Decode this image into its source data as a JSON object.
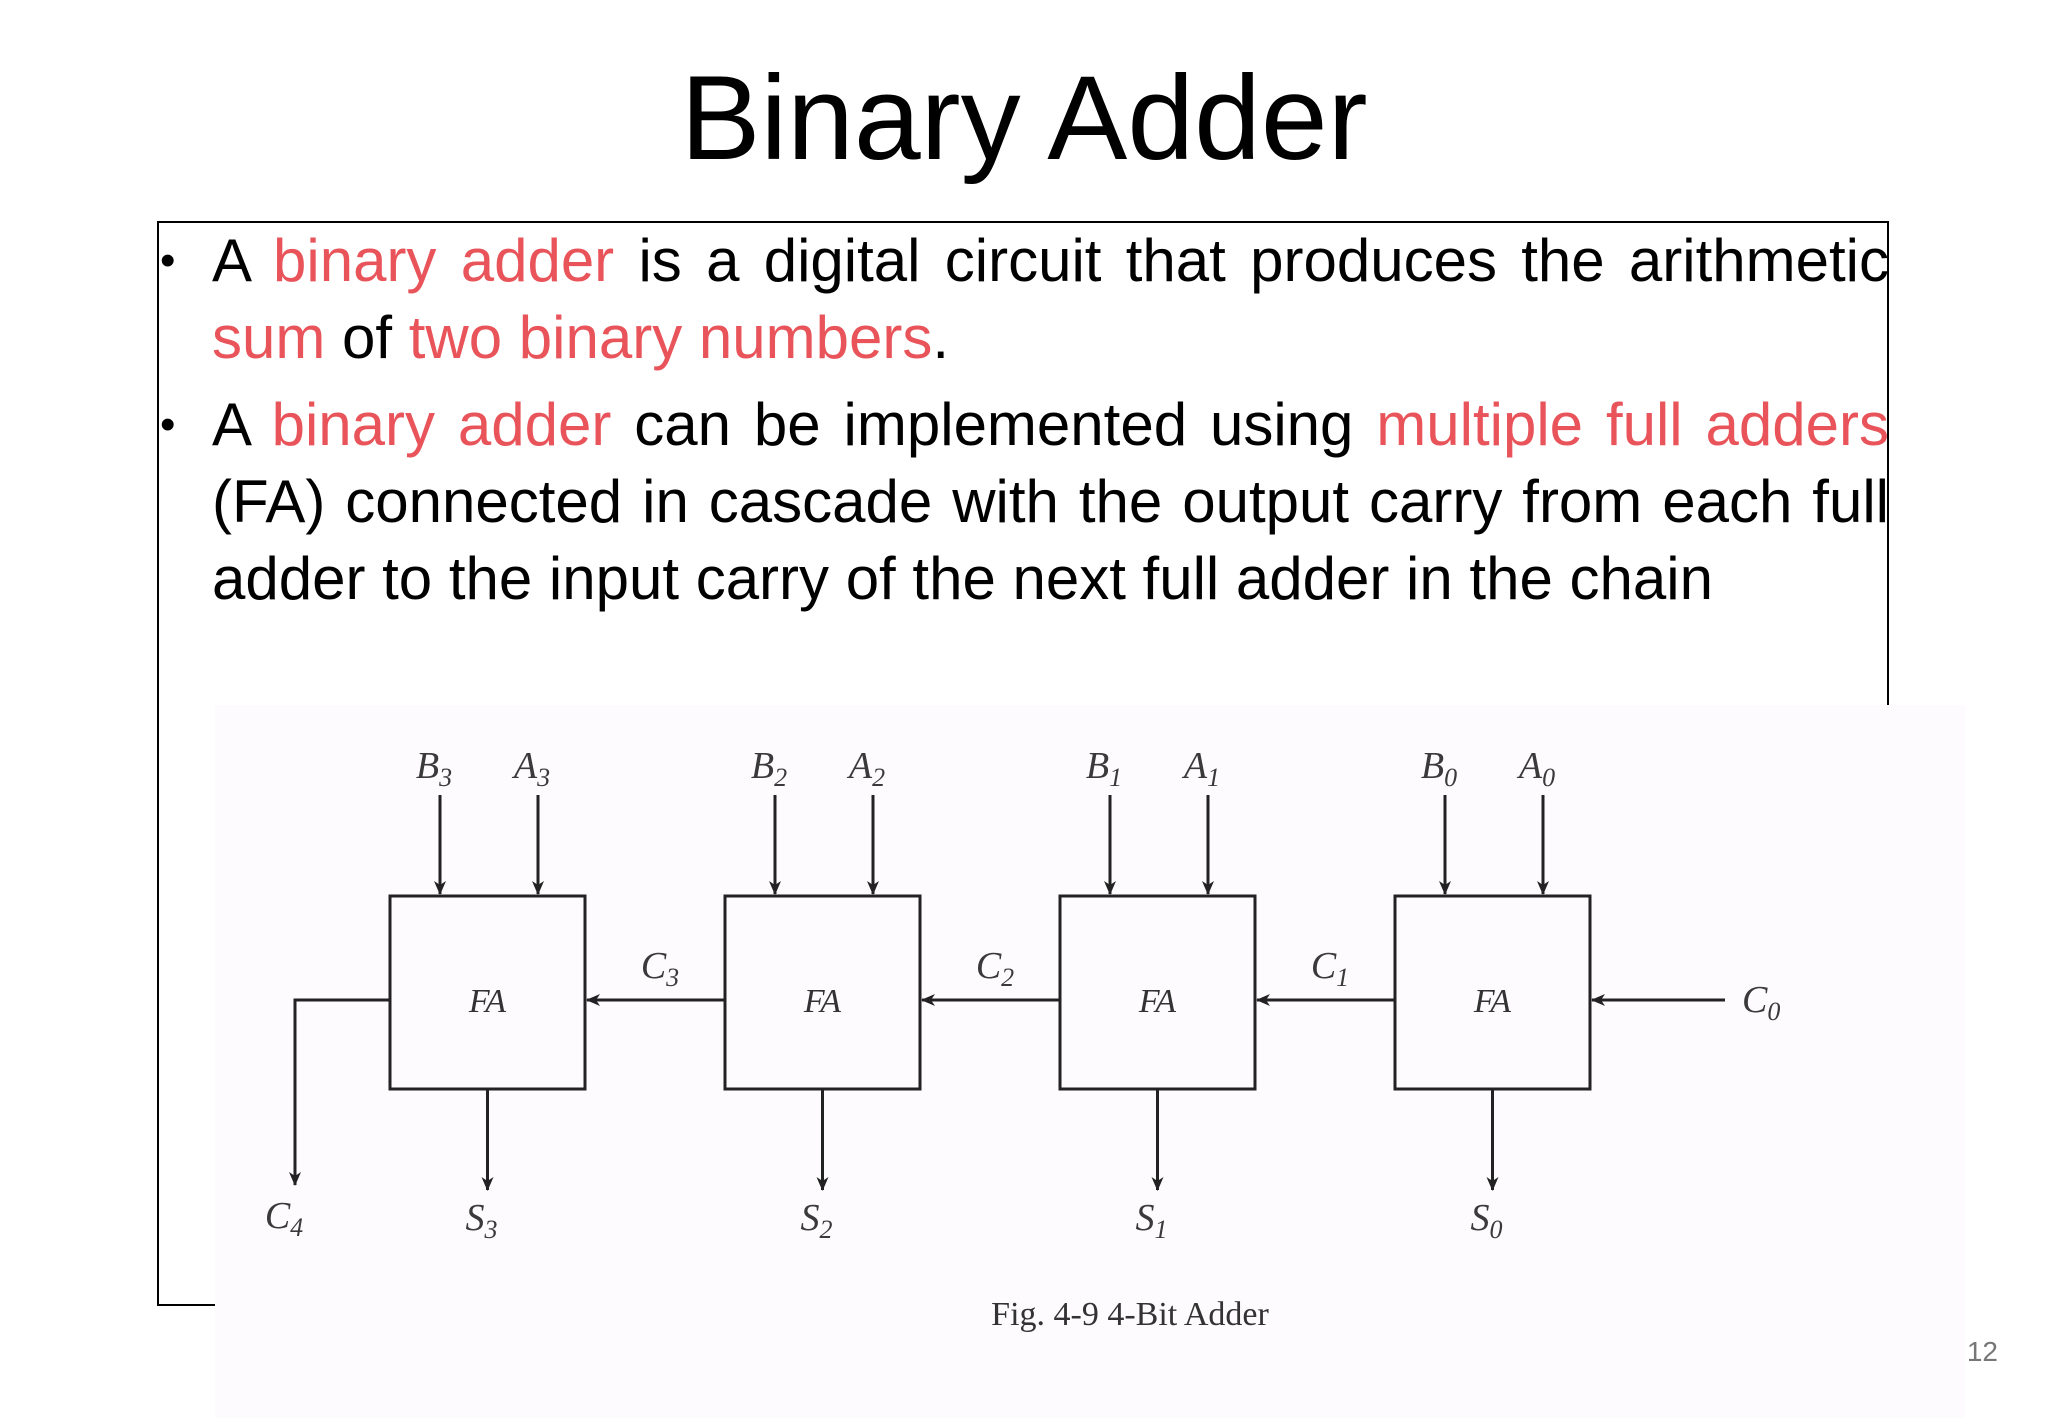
{
  "title": "Binary Adder",
  "bullets": [
    {
      "segments": [
        {
          "text": "A ",
          "highlight": false
        },
        {
          "text": "binary adder",
          "highlight": true
        },
        {
          "text": " is a digital circuit that produces the arithmetic ",
          "highlight": false
        },
        {
          "text": "sum",
          "highlight": true
        },
        {
          "text": " of ",
          "highlight": false
        },
        {
          "text": "two binary numbers",
          "highlight": true
        },
        {
          "text": ".",
          "highlight": false
        }
      ]
    },
    {
      "segments": [
        {
          "text": "A ",
          "highlight": false
        },
        {
          "text": "binary adder",
          "highlight": true
        },
        {
          "text": " can be implemented using ",
          "highlight": false
        },
        {
          "text": "multiple full adders",
          "highlight": true
        },
        {
          "text": " (FA) connected in cascade with the output carry from each full adder to the input carry of the next full adder in the chain",
          "highlight": false
        }
      ]
    }
  ],
  "colors": {
    "highlight": "#e8545a",
    "text": "#000000"
  },
  "figure": {
    "blocks": [
      {
        "label": "FA",
        "inputs": [
          {
            "name": "B",
            "index": "3"
          },
          {
            "name": "A",
            "index": "3"
          }
        ],
        "sum": {
          "name": "S",
          "index": "3"
        },
        "carry_in": {
          "name": "C",
          "index": "3"
        }
      },
      {
        "label": "FA",
        "inputs": [
          {
            "name": "B",
            "index": "2"
          },
          {
            "name": "A",
            "index": "2"
          }
        ],
        "sum": {
          "name": "S",
          "index": "2"
        },
        "carry_in": {
          "name": "C",
          "index": "2"
        }
      },
      {
        "label": "FA",
        "inputs": [
          {
            "name": "B",
            "index": "1"
          },
          {
            "name": "A",
            "index": "1"
          }
        ],
        "sum": {
          "name": "S",
          "index": "1"
        },
        "carry_in": {
          "name": "C",
          "index": "1"
        }
      },
      {
        "label": "FA",
        "inputs": [
          {
            "name": "B",
            "index": "0"
          },
          {
            "name": "A",
            "index": "0"
          }
        ],
        "sum": {
          "name": "S",
          "index": "0"
        },
        "carry_in": {
          "name": "C",
          "index": "0"
        }
      }
    ],
    "carry_out": {
      "name": "C",
      "index": "4"
    },
    "caption": "Fig. 4-9  4-Bit Adder"
  },
  "page_number": "12"
}
